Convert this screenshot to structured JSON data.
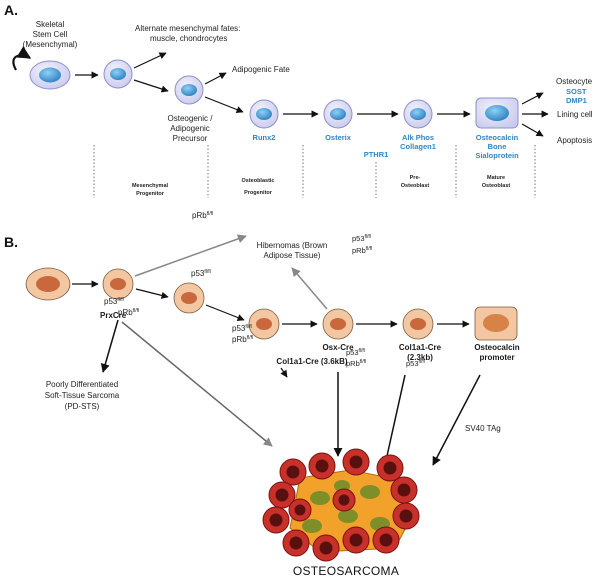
{
  "panel_a": {
    "label": "A.",
    "stem_cell": [
      "Skeletal",
      "Stem Cell",
      "(Mesenchymal)"
    ],
    "alternate_fates": [
      "Alternate mesenchymal fates:",
      "muscle, chondrocytes"
    ],
    "adipogenic_fate": "Adipogenic Fate",
    "precursor": [
      "Osteogenic /",
      "Adipogenic",
      "Precursor"
    ],
    "markers": {
      "runx2": "Runx2",
      "osterix": "Osterix",
      "pthr1": "PTHR1",
      "alk_phos": [
        "Alk Phos",
        "Collagen1"
      ],
      "osteocalcin": [
        "Osteocalcin",
        "Bone",
        "Sialoprotein"
      ],
      "sost_dmp1": [
        "SOST",
        "DMP1"
      ]
    },
    "outcomes": {
      "osteocyte": "Osteocyte",
      "lining_cell": "Lining cell",
      "apoptosis": "Apoptosis"
    },
    "stages": {
      "mesenchymal": [
        "Mesenchymal",
        "Progenitor"
      ],
      "osteoblastic": [
        "Osteoblastic",
        "Progenitor"
      ],
      "pre_osteoblast": [
        "Pre-",
        "Osteoblast"
      ],
      "mature": [
        "Mature",
        "Osteoblast"
      ]
    }
  },
  "panel_b": {
    "label": "B.",
    "prb_top": "pRb",
    "fl": "fl/fl",
    "hibernomas": [
      "Hibernomas (Brown",
      "Adipose Tissue)"
    ],
    "p53": "p53",
    "prb": "pRb",
    "prx_cre": "PrxCre",
    "osx_cre": "Osx-Cre",
    "col1a1_36": "Col1a1-Cre (3.6kB)",
    "col1a1_23": [
      "Col1a1-Cre",
      "(2.3kb)"
    ],
    "osteocalcin_promoter": [
      "Osteocalcin",
      "promoter"
    ],
    "sv40": "SV40 TAg",
    "pd_sts": [
      "Poorly Differentiated",
      "Soft-Tissue Sarcoma",
      "(PD-STS)"
    ],
    "osteosarcoma": "OSTEOSARCOMA"
  },
  "colors": {
    "cell_blue_outer": "#d7d9f3",
    "cell_blue_nucleus": "#4aa3df",
    "cell_peach": "#f2c7a2",
    "cell_nucleus_orange": "#c9683c",
    "marker_blue": "#2f86c4",
    "tumor_red": "#c8312a",
    "tumor_dark": "#5b1010",
    "tumor_orange": "#f2a12a",
    "tumor_green": "#7e8f2a"
  }
}
